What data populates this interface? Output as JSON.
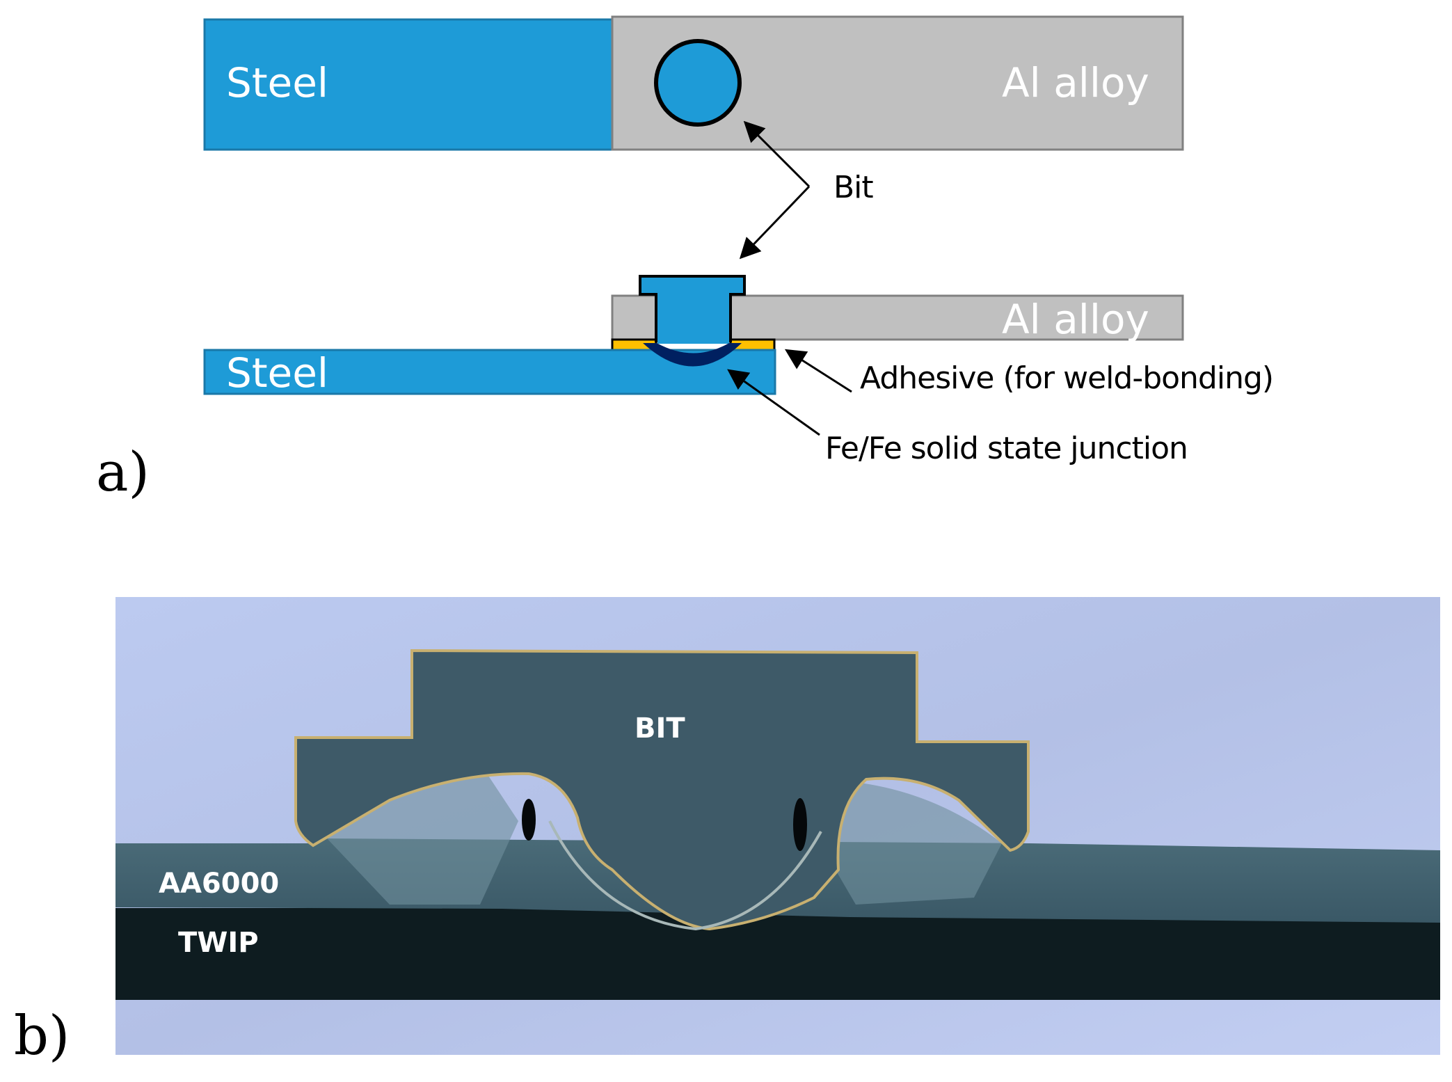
{
  "figure": {
    "panel_a": {
      "label": "a)",
      "top_schematic": {
        "steel_label": "Steel",
        "al_label": "Al alloy",
        "bit_annotation": "Bit"
      },
      "bottom_schematic": {
        "steel_label": "Steel",
        "al_label": "Al alloy",
        "adhesive_annotation": "Adhesive (for weld-bonding)",
        "junction_annotation": "Fe/Fe solid state junction"
      },
      "colors": {
        "steel": "#1e9bd7",
        "al_alloy": "#c0c0c0",
        "adhesive": "#ffc000",
        "junction": "#002060",
        "outline": "#000000"
      }
    },
    "panel_b": {
      "label": "b)",
      "photo_labels": {
        "bit": "BIT",
        "aluminum": "AA6000",
        "steel": "TWIP"
      },
      "colors": {
        "background_mount": "#b9c6ec",
        "bit_and_al": "#3e5d6c",
        "twip": "#0e1c20"
      }
    }
  }
}
